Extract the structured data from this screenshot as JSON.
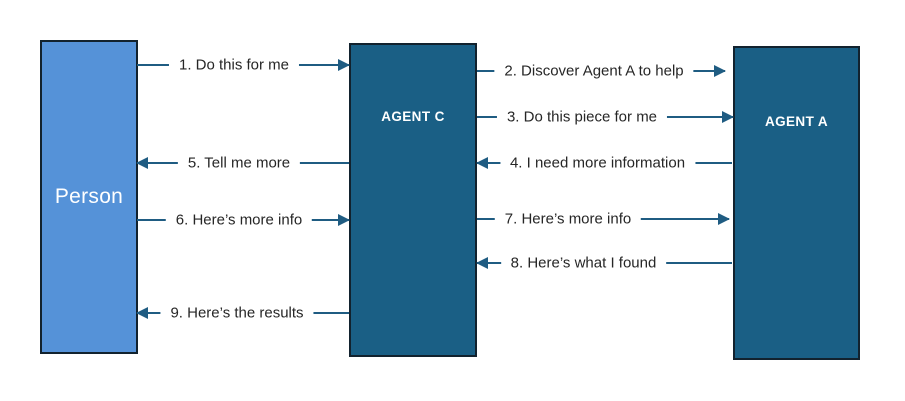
{
  "boxes": {
    "person": {
      "label": "Person",
      "fill": "#5592d8",
      "text_color": "#ffffff"
    },
    "agent_c": {
      "label": "AGENT C",
      "fill": "#1a5f85",
      "text_color": "#ffffff"
    },
    "agent_a": {
      "label": "AGENT A",
      "fill": "#1a5f85",
      "text_color": "#ffffff"
    }
  },
  "colors": {
    "background": "#ffffff",
    "box_border": "#12222e",
    "arrow": "#1f5c82",
    "message_text": "#262626"
  },
  "arrows": [
    {
      "number": 1,
      "label": "1. Do this for me",
      "from": "Person",
      "to": "AGENT C",
      "direction": "right"
    },
    {
      "number": 2,
      "label": "2. Discover Agent A to help",
      "from": "AGENT C",
      "to": "AGENT A",
      "direction": "right"
    },
    {
      "number": 3,
      "label": "3. Do this piece for me",
      "from": "AGENT C",
      "to": "AGENT A",
      "direction": "right"
    },
    {
      "number": 4,
      "label": "4. I need more information",
      "from": "AGENT A",
      "to": "AGENT C",
      "direction": "left"
    },
    {
      "number": 5,
      "label": "5. Tell me more",
      "from": "AGENT C",
      "to": "Person",
      "direction": "left"
    },
    {
      "number": 6,
      "label": "6. Here’s more info",
      "from": "Person",
      "to": "AGENT C",
      "direction": "right"
    },
    {
      "number": 7,
      "label": "7. Here’s more info",
      "from": "AGENT C",
      "to": "AGENT A",
      "direction": "right"
    },
    {
      "number": 8,
      "label": "8. Here’s what I found",
      "from": "AGENT A",
      "to": "AGENT C",
      "direction": "left"
    },
    {
      "number": 9,
      "label": "9. Here’s the results",
      "from": "AGENT C",
      "to": "Person",
      "direction": "left"
    }
  ]
}
